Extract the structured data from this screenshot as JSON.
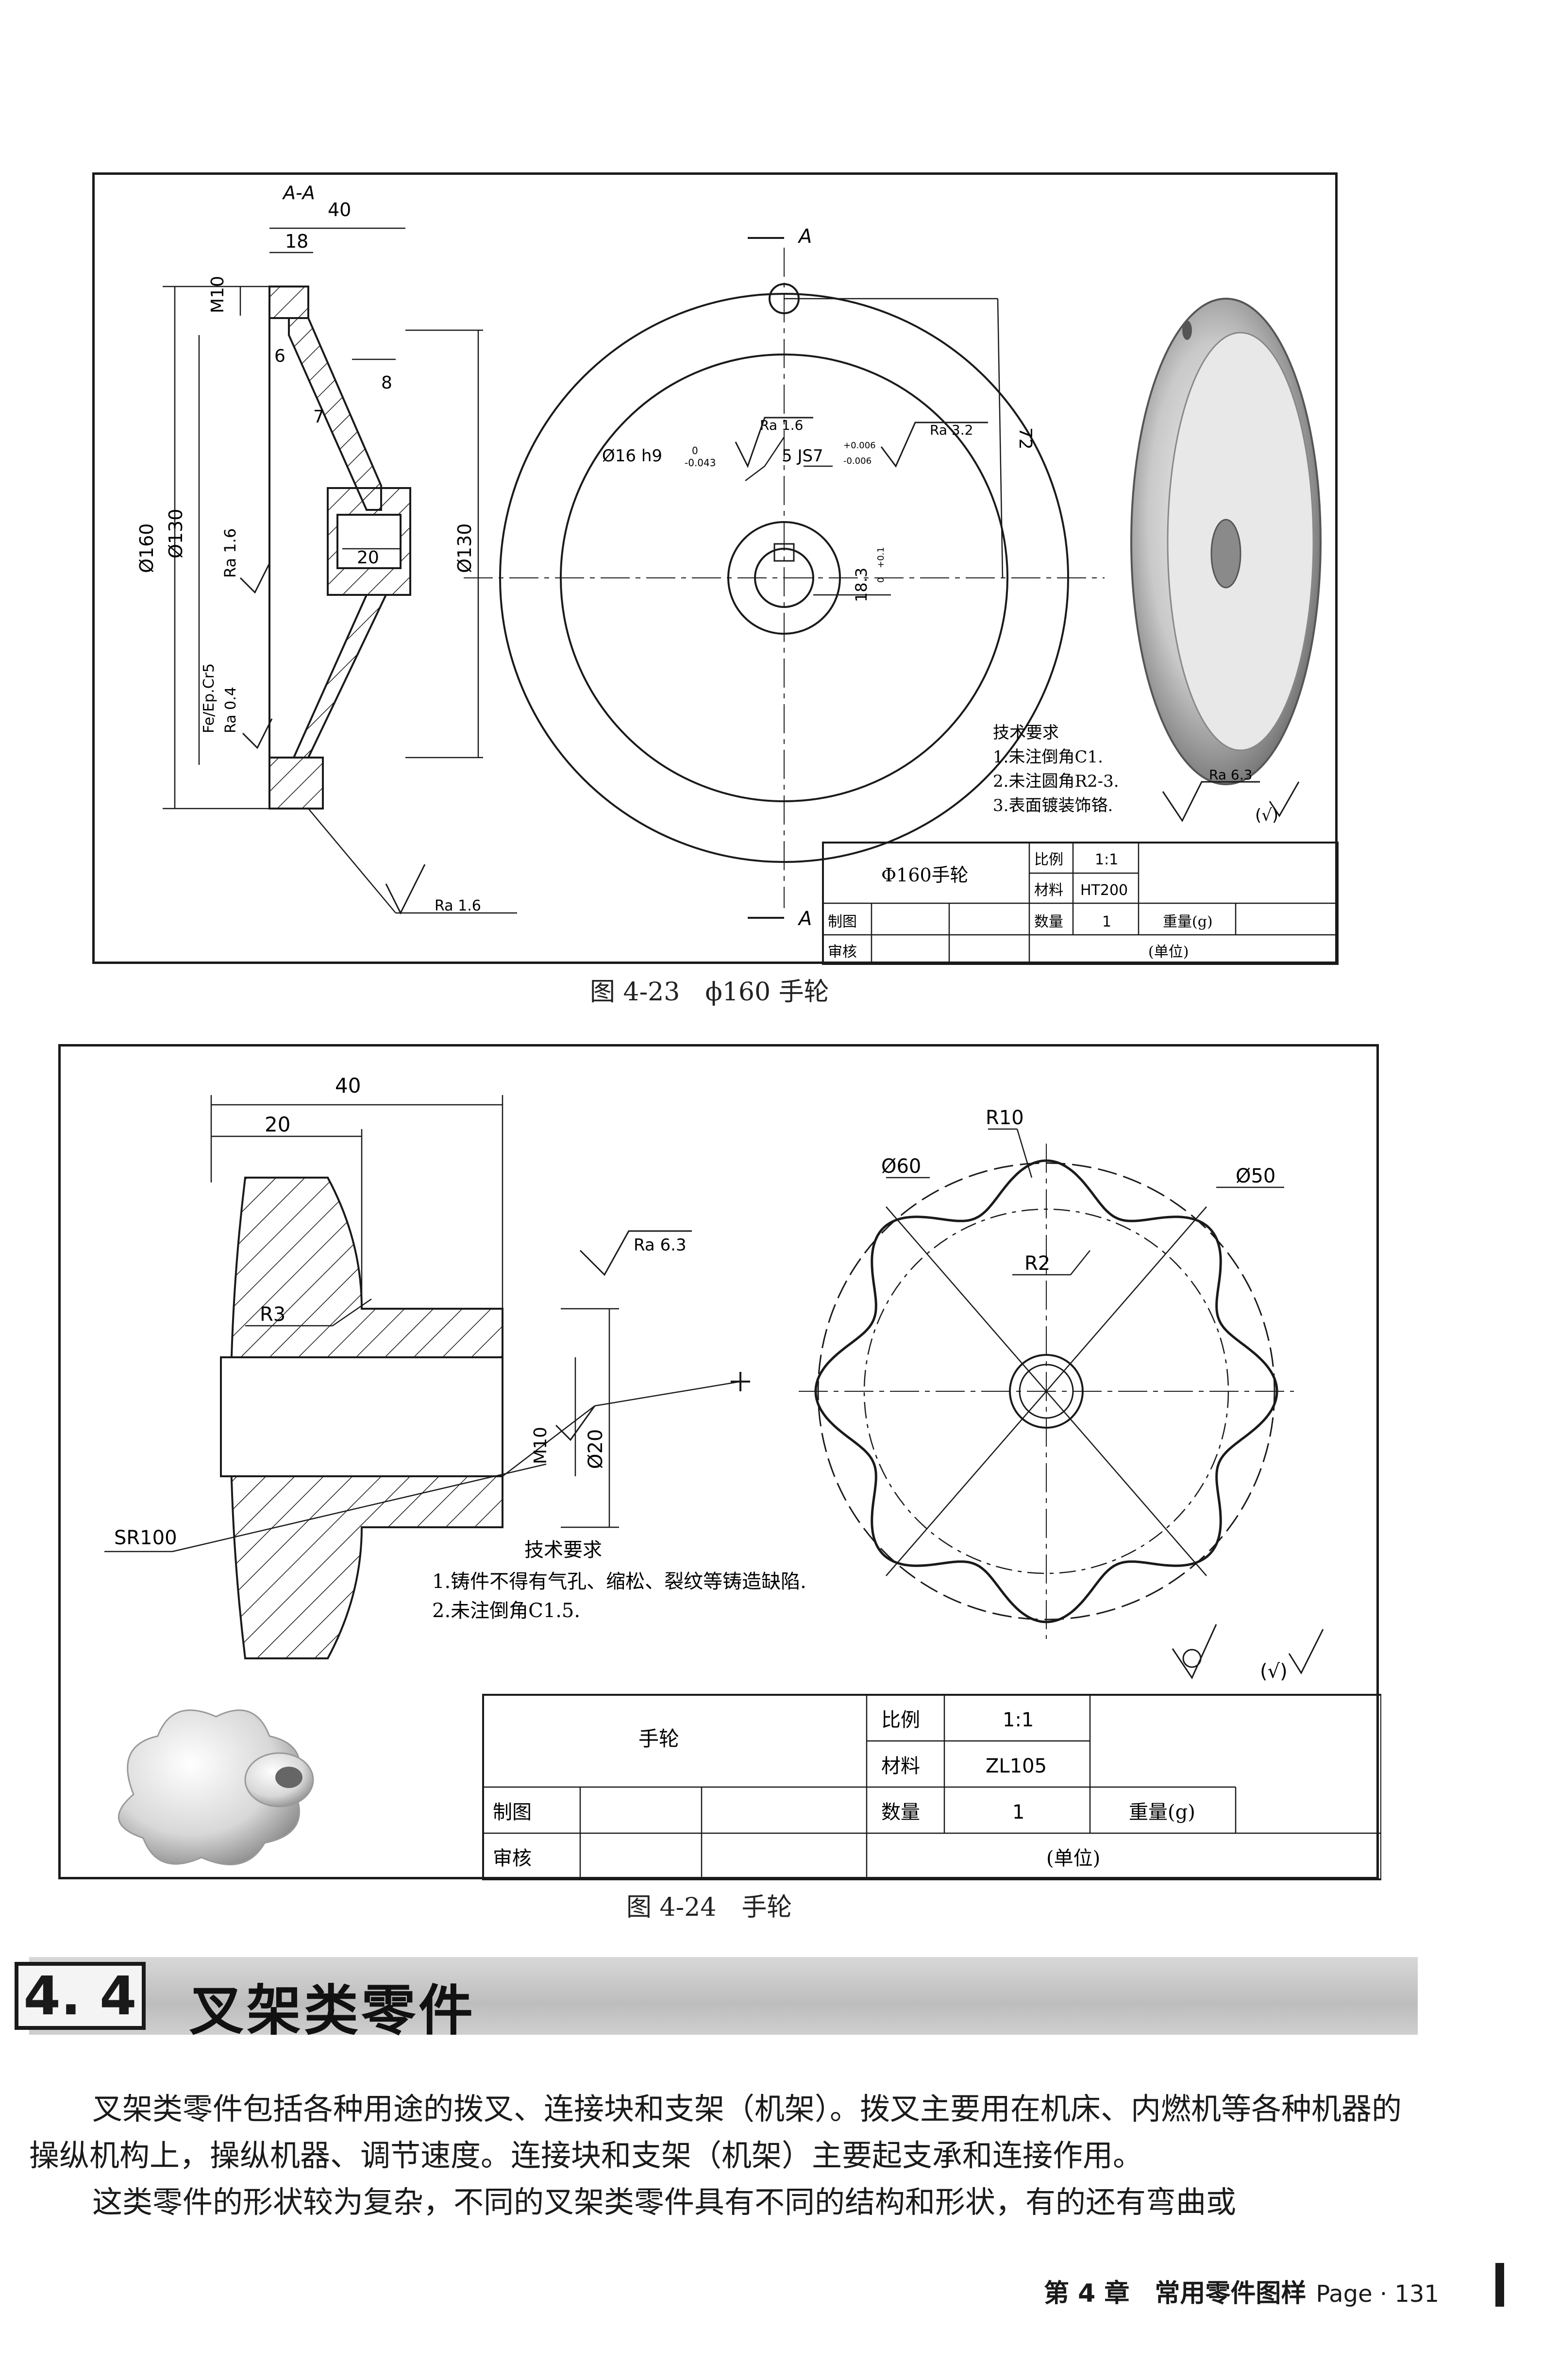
{
  "figure1": {
    "caption": "图 4-23　ϕ160 手轮",
    "section_label": "A-A",
    "cut_mark": "A",
    "dims": {
      "d40": "40",
      "d18": "18",
      "m10": "M10",
      "d6": "6",
      "d8": "8",
      "d7": "7",
      "d20": "20",
      "phi160": "Ø160",
      "phi130_left": "Ø130",
      "phi130_right": "Ø130",
      "ra16_a": "Ra 1.6",
      "plating": "Fe/Ep.Cr5",
      "ra04": "Ra 0.4",
      "ra16_b": "Ra 1.6",
      "bore": "Ø16 h9",
      "bore_tol_upper": "0",
      "bore_tol_lower": "-0.043",
      "ra16_c": "Ra 1.6",
      "keyway": "5 JS7",
      "key_tol_upper": "+0.006",
      "key_tol_lower": "-0.006",
      "ra32": "Ra 3.2",
      "d72": "72",
      "d183": "18.3",
      "d183_tol_upper": "+0.1",
      "d183_tol_lower": "0",
      "ra63": "Ra 6.3"
    },
    "tech": {
      "title": "技术要求",
      "items": [
        "1.未注倒角C1.",
        "2.未注圆角R2-3.",
        "3.表面镀装饰铬."
      ]
    },
    "roughness_other": "(√)",
    "title_block": {
      "name": "Φ160手轮",
      "scale_label": "比例",
      "scale": "1:1",
      "material_label": "材料",
      "material": "HT200",
      "qty_label": "数量",
      "qty": "1",
      "weight_label": "重量(g)",
      "drawn_label": "制图",
      "checked_label": "审核",
      "unit_label": "(单位)"
    }
  },
  "figure2": {
    "caption": "图 4-24　手轮",
    "dims": {
      "d40": "40",
      "d20": "20",
      "ra63": "Ra 6.3",
      "r3": "R3",
      "m10": "M10",
      "phi20": "Ø20",
      "sr100": "SR100",
      "r10": "R10",
      "phi60": "Ø60",
      "phi50": "Ø50",
      "r2": "R2"
    },
    "tech": {
      "title": "技术要求",
      "items": [
        "1.铸件不得有气孔、缩松、裂纹等铸造缺陷.",
        "2.未注倒角C1.5."
      ]
    },
    "roughness_other": "(√)",
    "title_block": {
      "name": "手轮",
      "scale_label": "比例",
      "scale": "1:1",
      "material_label": "材料",
      "material": "ZL105",
      "qty_label": "数量",
      "qty": "1",
      "weight_label": "重量(g)",
      "drawn_label": "制图",
      "checked_label": "审核",
      "unit_label": "(单位)"
    }
  },
  "section": {
    "number": "4. 4",
    "title": "叉架类零件"
  },
  "paragraphs": [
    "叉架类零件包括各种用途的拨叉、连接块和支架（机架）。拨叉主要用在机床、内燃机等各种机器的操纵机构上，操纵机器、调节速度。连接块和支架（机架）主要起支承和连接作用。",
    "这类零件的形状较为复杂，不同的叉架类零件具有不同的结构和形状，有的还有弯曲或"
  ],
  "footer": {
    "chapter": "第 4 章　常用零件图样",
    "page": "Page · 131"
  }
}
